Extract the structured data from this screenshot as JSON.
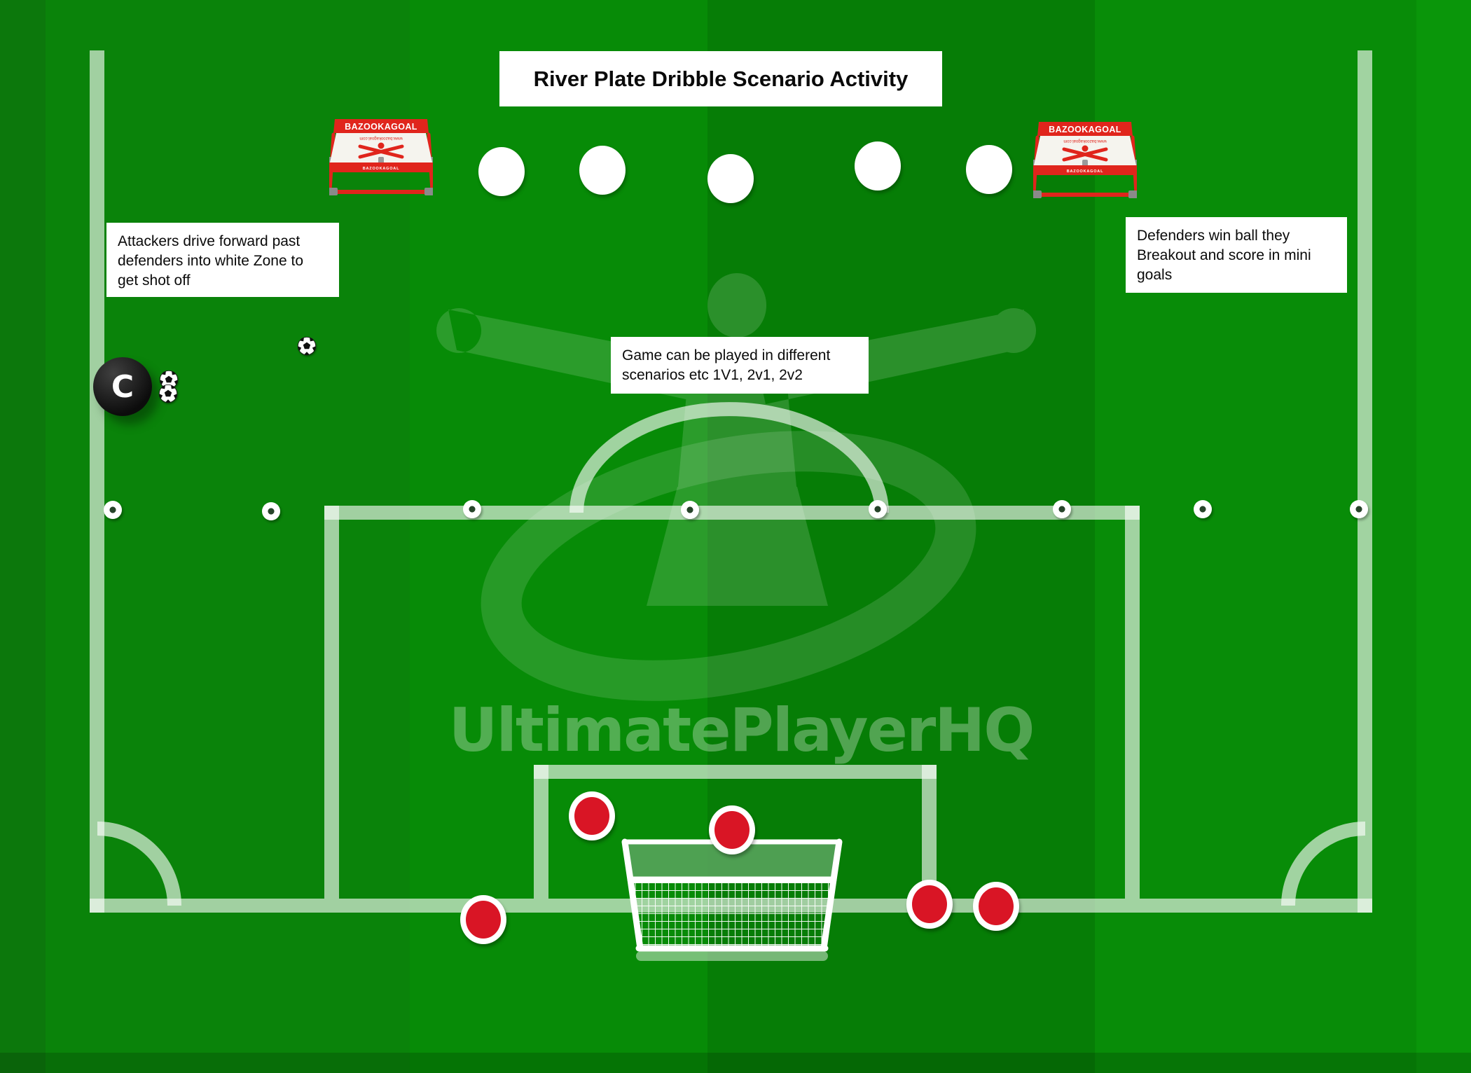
{
  "title": "River Plate Dribble Scenario Activity",
  "annotations": {
    "left": "Attackers drive forward past\ndefenders into white Zone to\nget shot off",
    "center": "Game can be played in different\nscenarios etc 1V1, 2v1, 2v2",
    "right": "Defenders win ball they\nBreakout and score in mini\ngoals"
  },
  "watermark": {
    "wordmark": "UltimatePlayerHQ"
  },
  "mini_goal": {
    "brand": "BAZOOKAGOAL",
    "panel_text": "www.bazookagoal.com",
    "band_text": "BAZOOKAGOAL"
  },
  "coach": {
    "label": "C"
  },
  "markers": {
    "white_circles": 5,
    "white_discs": 8,
    "red_players": 5,
    "soccer_balls": 3,
    "mini_goals": 2
  },
  "icons": {
    "soccer_ball": "soccer-ball-icon",
    "coach_marker": "coach-marker",
    "mini_goal": "bazooka-mini-goal",
    "goal_net": "goal-with-net",
    "disc": "flat-disc-marker"
  },
  "theme": {
    "goal-red": "#e0251c",
    "marker-red": "#d91525",
    "pitch-line": "rgba(255,255,255,0.62)",
    "note-bg": "#ffffff",
    "note-text": "#0a0a0a"
  }
}
